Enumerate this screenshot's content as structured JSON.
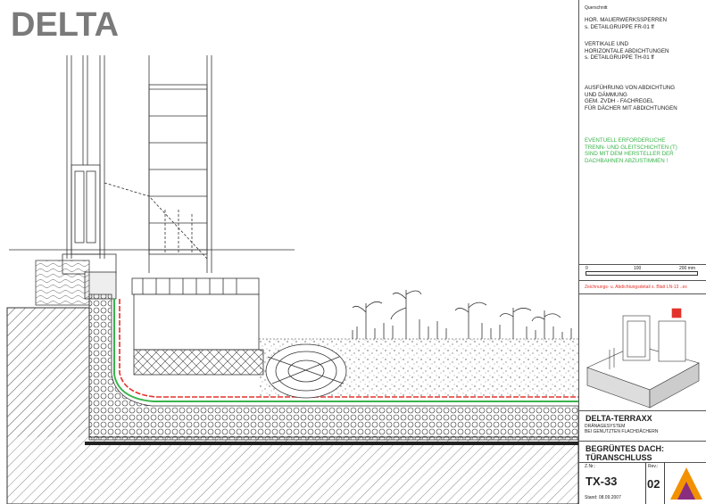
{
  "logo": "DELTA",
  "sidebar": {
    "header": "Querschnitt",
    "notes": [
      "HOR. MAUERWERKSSPERREN\ns. DETAILGRUPPE FR-01 ff",
      "VERTIKALE UND\nHORIZONTALE ABDICHTUNGEN\ns. DETAILGRUPPE TH-01 ff",
      "AUSFÜHRUNG VON ABDICHTUNG\nUND DÄMMUNG\nGEM. ZVDH - FACHREGEL\nFÜR DÄCHER MIT ABDICHTUNGEN"
    ],
    "green_note": "EVENTUELL ERFORDERLICHE\nTRENN- UND GLEITSCHICHTEN (T)\nSIND MIT DEM HERSTELLER DER\nDACHBAHNEN ABZUSTIMMEN !",
    "scale": {
      "labels": [
        "0",
        "100",
        "200 mm"
      ]
    },
    "red_note": "Zeichnungs- u. Abdichtungsdetail s. Blatt LN-13 ..ex",
    "product_title": "DELTA-TERRAXX",
    "product_sub": "DRÄNAGESYSTEM\nBEI GENUTZTEN FLACHDÄCHERN",
    "detail_title": "BEGRÜNTES DACH:\nTÜRANSCHLUSS",
    "zn_label": "Z.Nr.:",
    "zn_value": "TX-33",
    "rev_label": "Rev.:",
    "rev_value": "02",
    "date_label": "Stand: 08.09.2007"
  },
  "colors": {
    "red": "#e2332b",
    "green": "#38b44a",
    "line": "#333333",
    "logo_orange": "#f29200",
    "logo_purple": "#8b2d7f"
  }
}
